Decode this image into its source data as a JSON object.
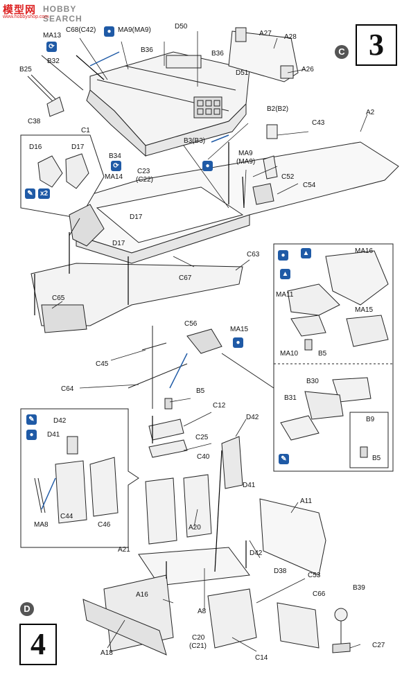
{
  "watermark": {
    "cn": "模型网",
    "en": "HOBBY SEARCH",
    "url": "www.hobbyshop.com"
  },
  "steps": {
    "three": "3",
    "four": "4"
  },
  "sections": {
    "c": "C",
    "d": "D"
  },
  "icons": {
    "cement": "cement-icon",
    "paint": "paint-drop-icon",
    "flip": "flip-icon",
    "x2": "x2"
  },
  "labels": {
    "c68": "C68(C42)",
    "ma9top": "MA9(MA9)",
    "ma13": "MA13",
    "b36a": "B36",
    "d50": "D50",
    "b36b": "B36",
    "a27": "A27",
    "a28": "A28",
    "b25": "B25",
    "b32": "B32",
    "a26": "A26",
    "d51": "D51",
    "c38": "C38",
    "b2": "B2(B2)",
    "c43": "C43",
    "a2": "A2",
    "c1": "C1",
    "b3": "B3(B3)",
    "d16": "D16",
    "d17a": "D17",
    "b34": "B34",
    "ma14": "MA14",
    "ma9b": "MA9",
    "ma9c": "(MA9)",
    "c23": "C23",
    "c22": "(C22)",
    "c52": "C52",
    "c54": "C54",
    "d17b": "D17",
    "d17c": "D17",
    "ma16": "MA16",
    "c63": "C63",
    "c67": "C67",
    "ma11": "MA11",
    "ma15a": "MA15",
    "c65": "C65",
    "ma10": "MA10",
    "b5a": "B5",
    "c56": "C56",
    "ma15b": "MA15",
    "c45": "C45",
    "b30": "B30",
    "c64": "C64",
    "b31": "B31",
    "b5b": "B5",
    "c12": "C12",
    "b9": "B9",
    "d42a": "D42",
    "d42b": "D42",
    "d41a": "D41",
    "c25": "C25",
    "c40": "C40",
    "b5c": "B5",
    "ma8": "MA8",
    "c44": "C44",
    "c46": "C46",
    "d41b": "D41",
    "a11": "A11",
    "a20": "A20",
    "a21": "A21",
    "d42c": "D42",
    "d38": "D38",
    "c53": "C53",
    "a16": "A16",
    "c66": "C66",
    "b39": "B39",
    "a8": "A8",
    "a18": "A18",
    "c20": "C20",
    "c21": "(C21)",
    "c27": "C27",
    "c14": "C14"
  }
}
